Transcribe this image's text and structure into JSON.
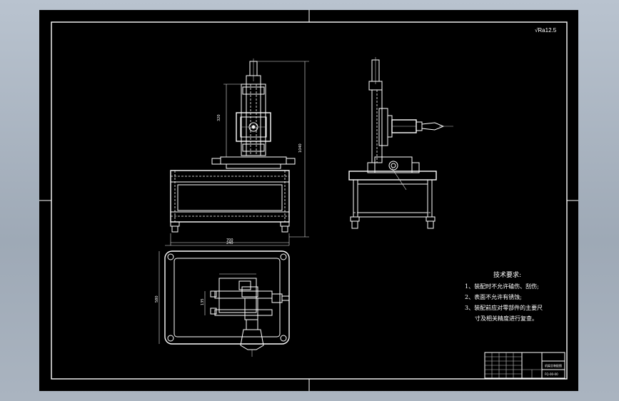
{
  "roughness": {
    "symbol": "√",
    "label": "Ra12.5"
  },
  "dimensions": {
    "column_height": "320",
    "overall_height": "1040",
    "base_width": "700",
    "plan_width": "240",
    "plan_depth": "580",
    "plan_inner": "135"
  },
  "notes": {
    "heading": "技术要求:",
    "items": [
      "1、装配时不允许磕伤、刮伤;",
      "2、表面不允许有锈蚀;",
      "3、装配前应对零部件的主要尺",
      "寸及相关精度进行复查。"
    ]
  },
  "title_block": {
    "name": "机架总装配图",
    "code": "FQ-00-00"
  }
}
